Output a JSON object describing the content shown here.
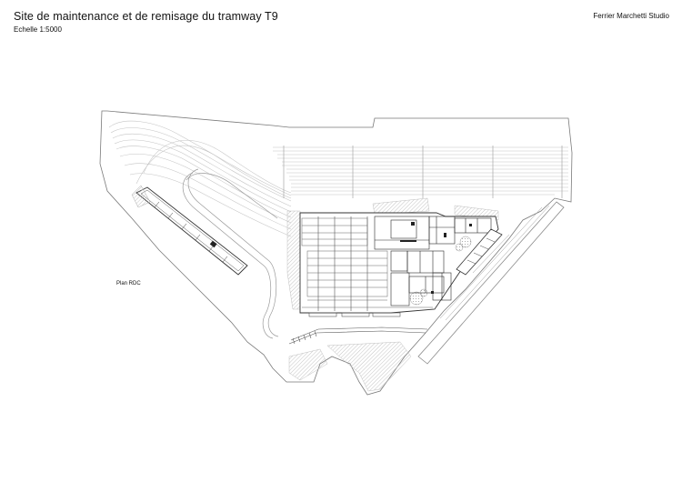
{
  "header": {
    "title": "Site de maintenance et de remisage du tramway T9",
    "scale": "Echelle 1:5000",
    "studio": "Ferrier Marchetti Studio"
  },
  "plan": {
    "label": "Plan RDC"
  },
  "colors": {
    "line": "#6a6a6a",
    "line_light": "#b8b8b8",
    "wall": "#222222",
    "hatch": "#c9c9c9",
    "tree": "#8a8a8a"
  }
}
